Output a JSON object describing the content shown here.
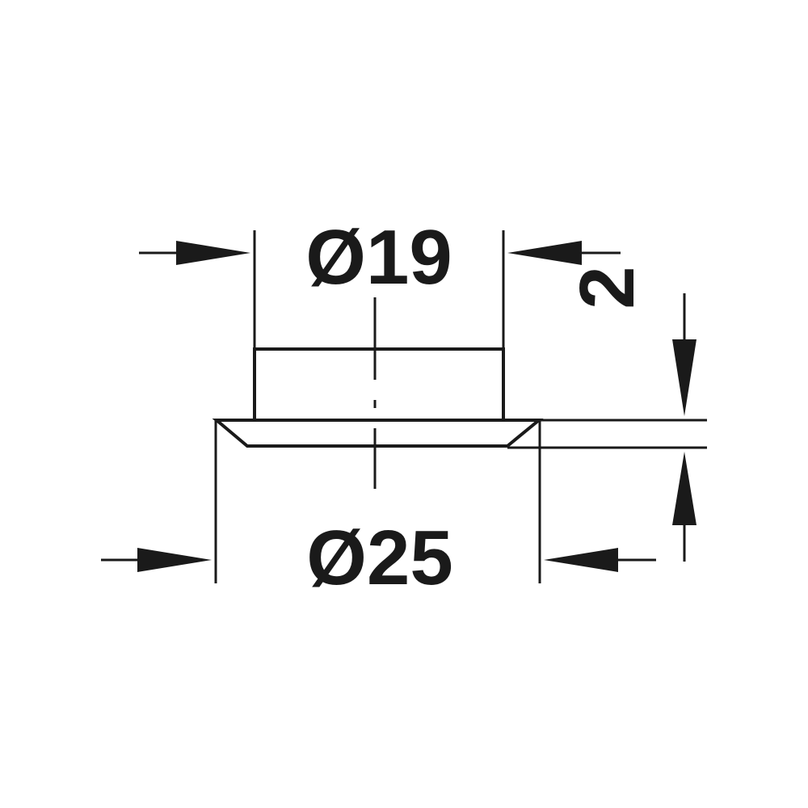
{
  "dimensions": {
    "top_diameter": "Ø19",
    "bottom_diameter": "Ø25",
    "height": "2"
  },
  "colors": {
    "ink": "#1a1a1a",
    "background": "#ffffff"
  }
}
